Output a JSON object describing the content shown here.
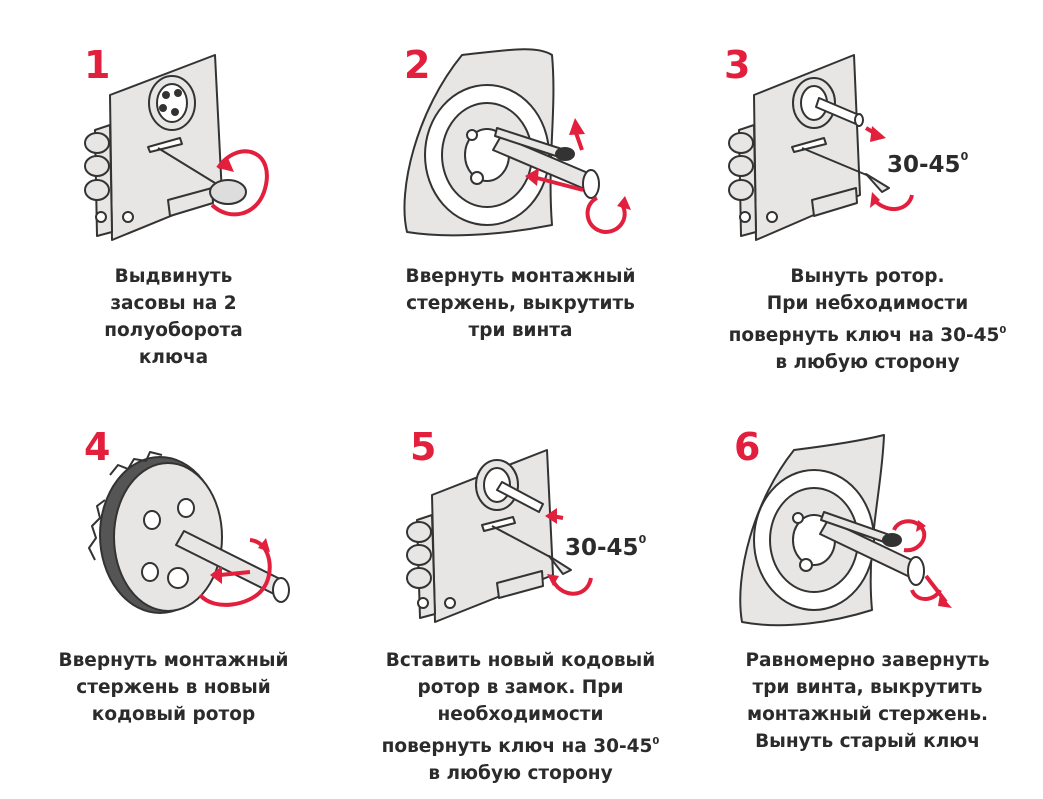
{
  "colors": {
    "accent": "#e21f3d",
    "ink": "#2b2b2b",
    "metal": "#e8e6e4",
    "outline": "#333333"
  },
  "steps": [
    {
      "number": "1",
      "lines": [
        "Выдвинуть",
        "засовы на 2",
        "полуоборота",
        "ключа"
      ]
    },
    {
      "number": "2",
      "lines": [
        "Ввернуть монтажный",
        "стержень, выкрутить",
        "три винта"
      ]
    },
    {
      "number": "3",
      "lines": [
        "Вынуть ротор.",
        "При небходимости",
        "повернуть ключ на 30-45",
        "в любую сторону"
      ],
      "angle_label": "30-45",
      "angle_sup": "0",
      "caption_sup": "0"
    },
    {
      "number": "4",
      "lines": [
        "Ввернуть монтажный",
        "стержень в новый",
        "кодовый ротор"
      ]
    },
    {
      "number": "5",
      "lines": [
        "Вставить новый кодовый",
        "ротор в замок. При",
        "необходимости",
        "повернуть ключ на 30-45",
        "в любую сторону"
      ],
      "angle_label": "30-45",
      "angle_sup": "0",
      "caption_sup": "0"
    },
    {
      "number": "6",
      "lines": [
        "Равномерно завернуть",
        "три винта, выкрутить",
        "монтажный стержень.",
        "Вынуть старый ключ"
      ]
    }
  ]
}
